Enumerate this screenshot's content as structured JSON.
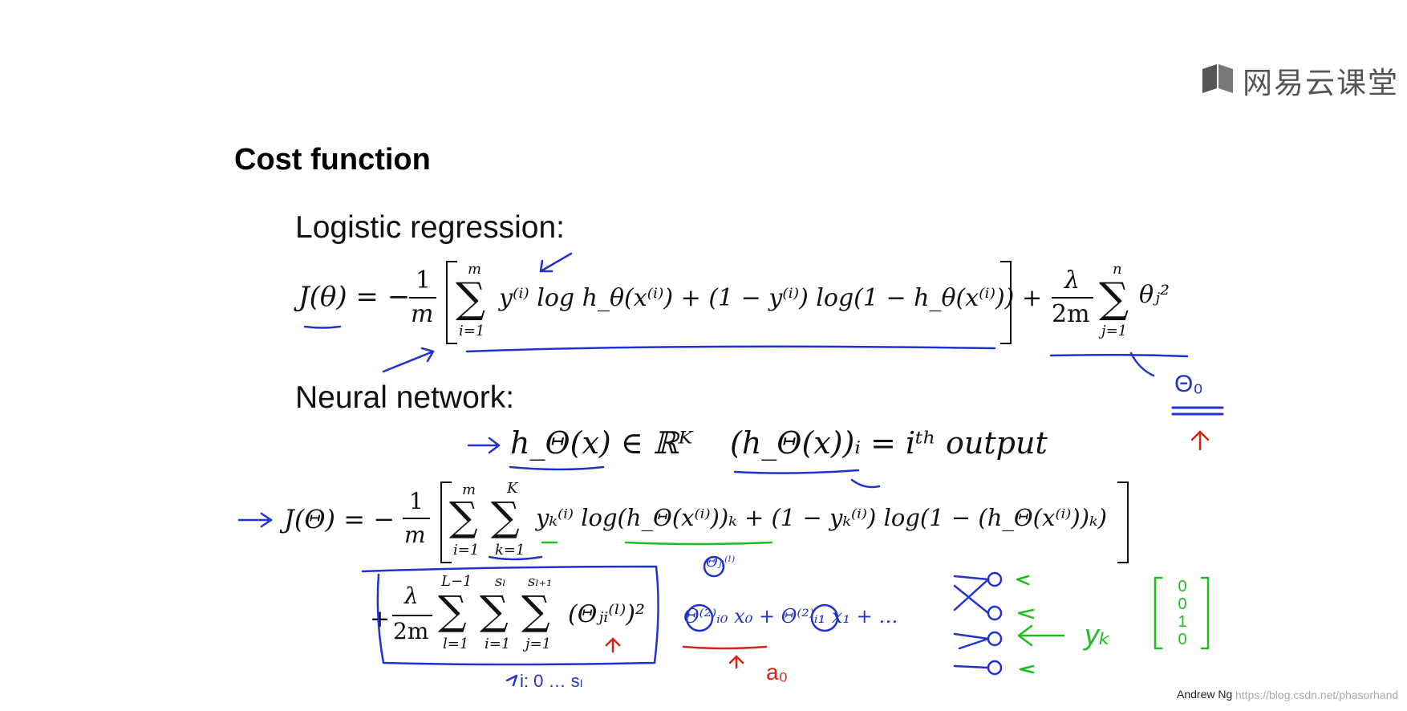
{
  "slide": {
    "title": "Cost function",
    "logistic_heading": "Logistic regression:",
    "neural_heading": "Neural network:",
    "author": "Andrew Ng",
    "watermark": "https://blog.csdn.net/phasorhand"
  },
  "logo": {
    "text": "网易云课堂",
    "icon": "book-icon"
  },
  "equations": {
    "logistic_lhs": "J(θ) = −",
    "frac1_num": "1",
    "frac1_den": "m",
    "sum_top_m": "m",
    "sum_bot_i1": "i=1",
    "logistic_body": "y⁽ⁱ⁾ log h_θ(x⁽ⁱ⁾) + (1 − y⁽ⁱ⁾) log(1 − h_θ(x⁽ⁱ⁾))",
    "plus": "+",
    "lambda": "λ",
    "two_m": "2m",
    "sum_top_n": "n",
    "sum_bot_j1": "j=1",
    "theta_j2": "θⱼ²",
    "nn_hypothesis": "h_Θ(x) ∈ ℝᴷ",
    "nn_output": "(h_Θ(x))ᵢ = iᵗʰ output",
    "nn_lhs": "J(Θ) = −",
    "sum_top_K": "K",
    "sum_bot_k1": "k=1",
    "nn_body": "yₖ⁽ⁱ⁾ log(h_Θ(x⁽ⁱ⁾))ₖ + (1 − yₖ⁽ⁱ⁾) log(1 − (h_Θ(x⁽ⁱ⁾))ₖ)",
    "sum_top_L1": "L−1",
    "sum_bot_l1": "l=1",
    "sum_top_sl": "sₗ",
    "sum_top_sl1": "sₗ₊₁",
    "reg_term": "(Θⱼᵢ⁽ˡ⁾)²"
  },
  "annotations": {
    "theta0": "Θ₀",
    "theta_ji": "Θⱼᵢ⁽ˡ⁾",
    "expansion": "Θ⁽²⁾ᵢ₀ x₀ + Θ⁽²⁾ᵢ₁ x₁ + …",
    "a0": "a₀",
    "range": "i: 0 … sₗ",
    "yk": "yₖ",
    "vector": [
      "0",
      "0",
      "1",
      "0"
    ]
  },
  "colors": {
    "ink_blue": "#2233cc",
    "ink_red": "#dd2211",
    "ink_green": "#22bb22",
    "text": "#111111"
  }
}
